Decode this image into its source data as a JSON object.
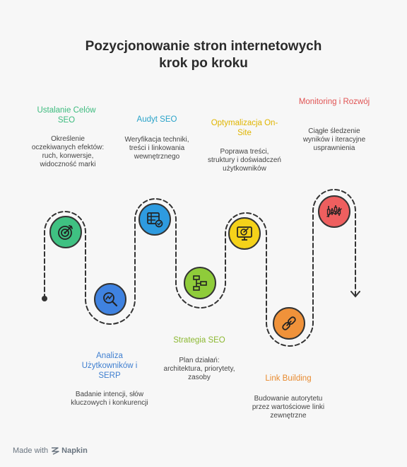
{
  "title": {
    "line1": "Pozycjonowanie stron internetowych",
    "line2": "krok po kroku"
  },
  "steps": [
    {
      "title": "Ustalanie Celów SEO",
      "description": "Określenie oczekiwanych efektów: ruch, konwersje, widoczność marki",
      "color": "#3dbb7e",
      "circle_color": "#3fc182",
      "icon": "target-icon"
    },
    {
      "title": "Analiza Użytkowników i SERP",
      "description": "Badanie intencji, słów kluczowych i konkurencji",
      "color": "#3f7fd0",
      "circle_color": "#3f82e0",
      "icon": "magnifier-analysis-icon"
    },
    {
      "title": "Audyt SEO",
      "description": "Weryfikacja techniki, treści i linkowania wewnętrznego",
      "color": "#2aa3c9",
      "circle_color": "#2e9be0",
      "icon": "checklist-table-icon"
    },
    {
      "title": "Strategia SEO",
      "description": "Plan działań: architektura, priorytety, zasoby",
      "color": "#8cb832",
      "circle_color": "#8fcc3a",
      "icon": "flowchart-icon"
    },
    {
      "title": "Optymalizacja On-Site",
      "description": "Poprawa treści, struktury i doświadczeń użytkowników",
      "color": "#e0b500",
      "circle_color": "#f5d21a",
      "icon": "monitor-target-icon"
    },
    {
      "title": "Link Building",
      "description": "Budowanie autorytetu przez wartościowe linki zewnętrzne",
      "color": "#e88a2e",
      "circle_color": "#f0923a",
      "icon": "chain-link-icon"
    },
    {
      "title": "Monitoring i Rozwój",
      "description": "Ciągłe śledzenie wyników i iteracyjne usprawnienia",
      "color": "#e05353",
      "circle_color": "#ee5f5f",
      "icon": "chart-candles-icon"
    }
  ],
  "footer": {
    "made_with": "Made with",
    "brand": "Napkin"
  }
}
